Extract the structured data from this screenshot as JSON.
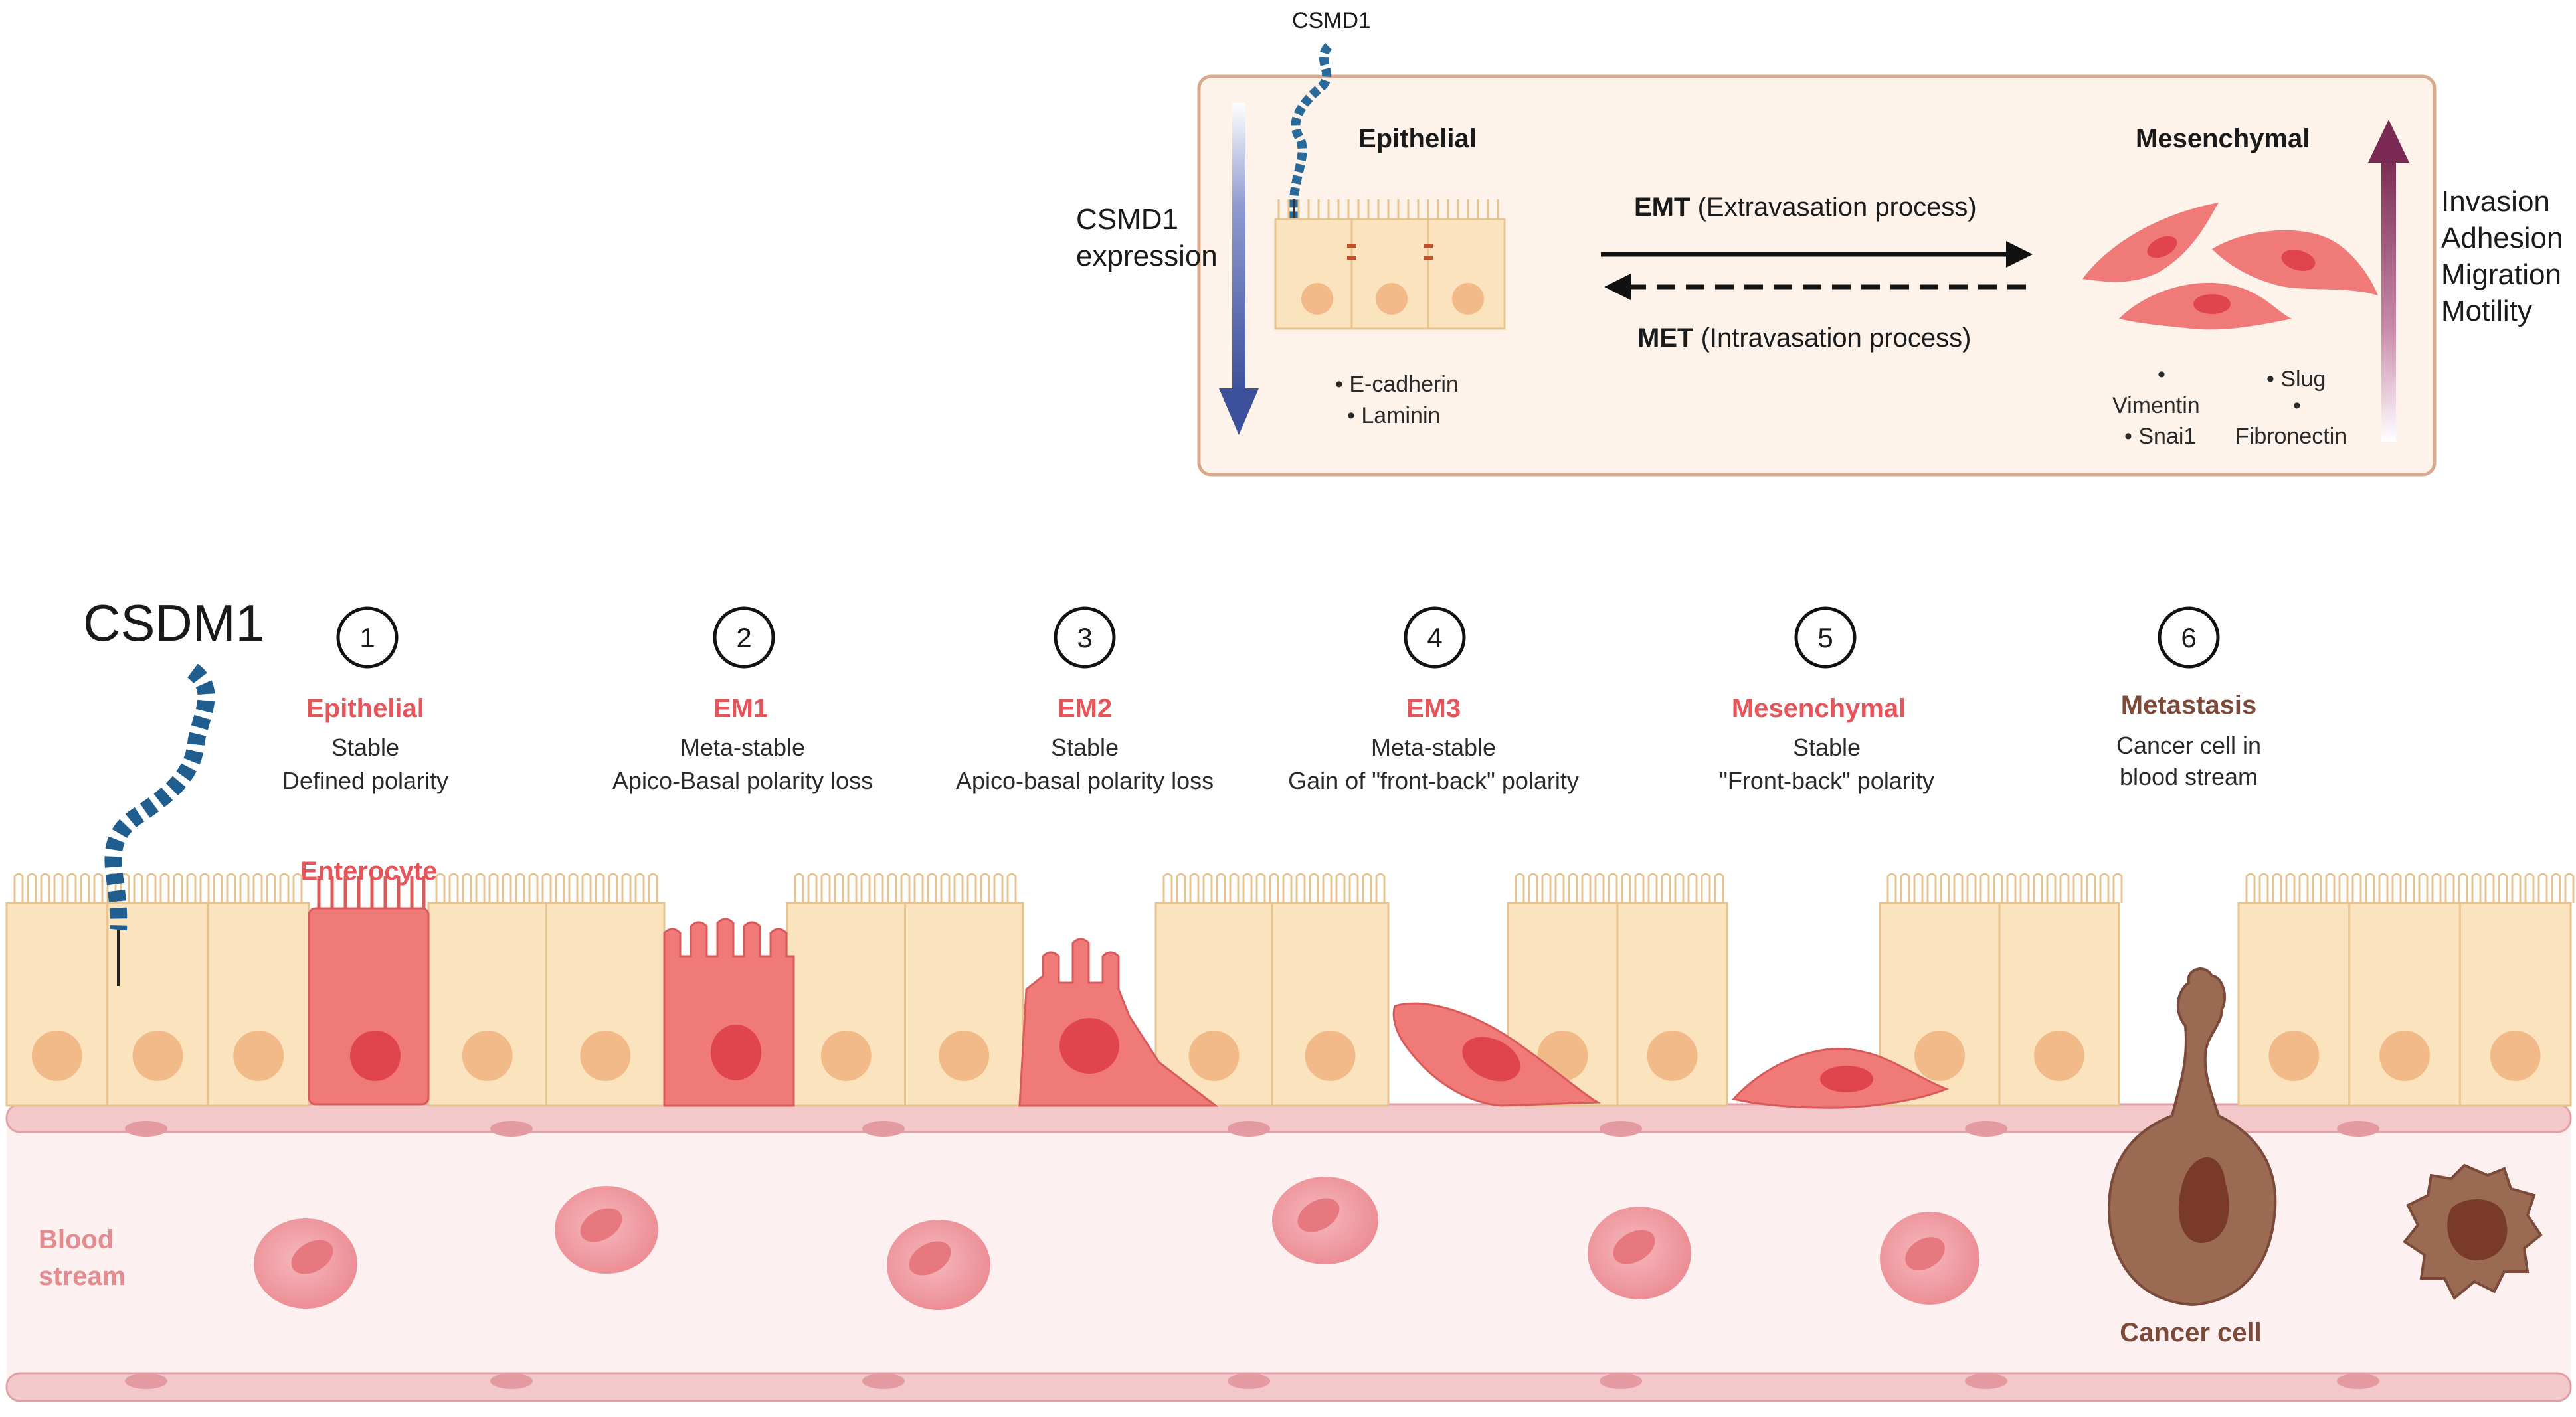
{
  "top_panel": {
    "csmd1_label": "CSMD1",
    "expression_line1": "CSMD1",
    "expression_line2": "expression",
    "epithelial_title": "Epithelial",
    "mesenchymal_title": "Mesenchymal",
    "emt_bold": "EMT",
    "emt_rest": "(Extravasation process)",
    "met_bold": "MET",
    "met_rest": "(Intravasation process)",
    "epithelial_markers": [
      "E-cadherin",
      "Laminin"
    ],
    "mesenchymal_markers": [
      "Vimentin",
      "Snai1",
      "Slug",
      "Fibronectin"
    ],
    "properties": [
      "Invasion",
      "Adhesion",
      "Migration",
      "Motility"
    ],
    "colors": {
      "panel_bg": "#fdf3ea",
      "panel_border": "#d9a98e",
      "down_arrow": "#3b4f9a",
      "up_arrow": "#7a2a52"
    }
  },
  "main": {
    "csdm1_label": "CSDM1",
    "enterocyte_label": "Enterocyte",
    "blood_stream_line1": "Blood",
    "blood_stream_line2": "stream",
    "cancer_cell_label": "Cancer cell",
    "stages": [
      {
        "number": "1",
        "title": "Epithelial",
        "line1": "Stable",
        "line2": "Defined polarity"
      },
      {
        "number": "2",
        "title": "EM1",
        "line1": "Meta-stable",
        "line2": "Apico-Basal polarity loss"
      },
      {
        "number": "3",
        "title": "EM2",
        "line1": "Stable",
        "line2": "Apico-basal polarity loss"
      },
      {
        "number": "4",
        "title": "EM3",
        "line1": "Meta-stable",
        "line2": "Gain of \"front-back\" polarity"
      },
      {
        "number": "5",
        "title": "Mesenchymal",
        "line1": "Stable",
        "line2": "\"Front-back\" polarity"
      },
      {
        "number": "6",
        "title": "Metastasis",
        "line1": "Cancer cell in",
        "line2": "blood stream"
      }
    ],
    "colors": {
      "epithelium": "#fbe4bd",
      "epithelium_edge": "#e7c48f",
      "nucleus": "#f2b989",
      "tumor_cell": "#f07a78",
      "tumor_nucleus": "#e0454d",
      "vessel": "#f3c8cb",
      "vessel_bg": "#fdf0f0",
      "rbc": "#f29aa0",
      "cancer": "#9a6a52",
      "cancer_core": "#7a3a2a",
      "stage_title": "#e5555a",
      "metastasis_title": "#7b4a3a"
    }
  }
}
